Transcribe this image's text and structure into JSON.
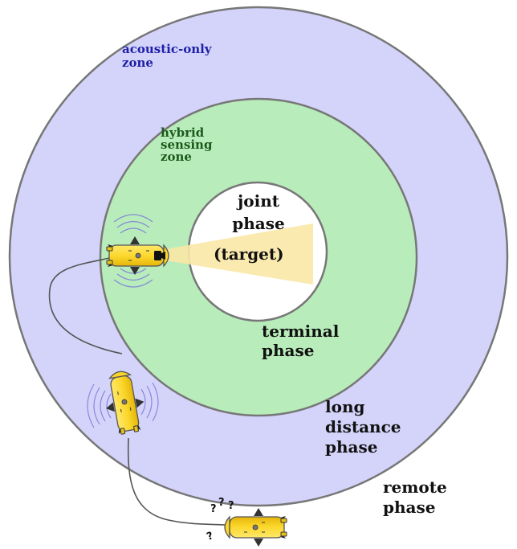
{
  "zones": {
    "acoustic_only": "acoustic-only\nzone",
    "hybrid_sensing": "hybrid\nsensing\nzone"
  },
  "phases": {
    "joint": "joint\nphase",
    "target": "(target)",
    "terminal": "terminal\nphase",
    "long_distance": "long\ndistance\nphase",
    "remote": "remote\nphase"
  },
  "uncertainty_marks": [
    "?",
    "?",
    "?",
    "?"
  ],
  "colors": {
    "outer_zone": "#d4d4fb",
    "middle_zone": "#b9ecbb",
    "inner_zone": "#ffffff",
    "ring_stroke": "#777777",
    "camera_beam": "#fbe8a6",
    "vehicle_body": "#fbd62a",
    "acoustic_waves": "#7a7ad8"
  }
}
